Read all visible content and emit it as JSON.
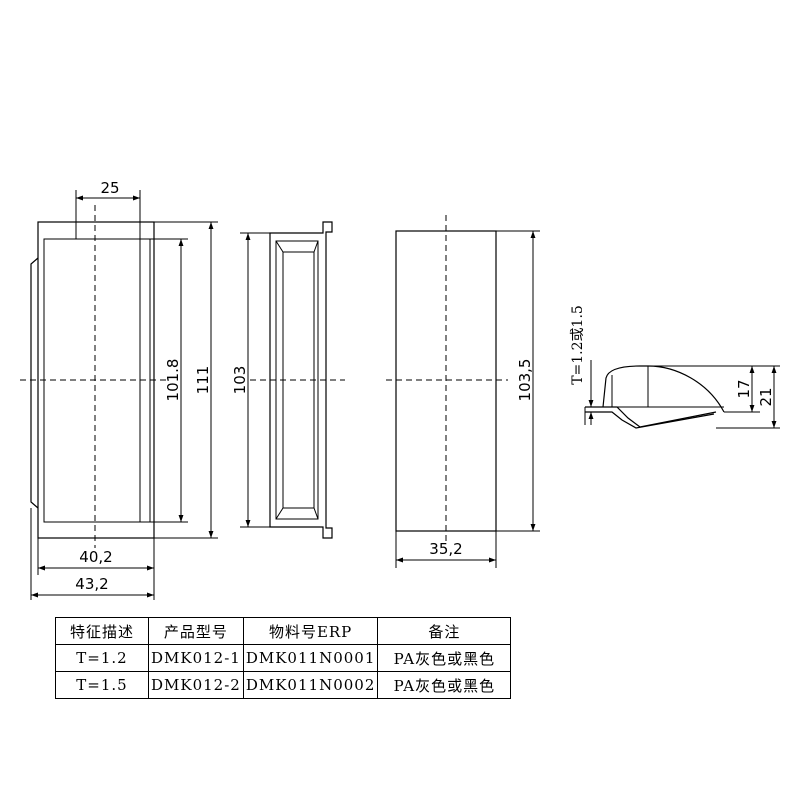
{
  "dimensions": {
    "front_top_width": "25",
    "front_inner_height": "101.8",
    "front_outer_height": "111",
    "front_inner_width": "40,2",
    "front_outer_width": "43,2",
    "side_height": "103",
    "back_height": "103,5",
    "back_width": "35,2",
    "profile_thickness": "T=1.2或1.5",
    "profile_inner_height": "17",
    "profile_outer_height": "21"
  },
  "table": {
    "headers": [
      "特征描述",
      "产品型号",
      "物料号ERP",
      "备注"
    ],
    "rows": [
      [
        "T=1.2",
        "DMK012-1",
        "DMK011N0001",
        "PA灰色或黑色"
      ],
      [
        "T=1.5",
        "DMK012-2",
        "DMK011N0002",
        "PA灰色或黑色"
      ]
    ]
  }
}
